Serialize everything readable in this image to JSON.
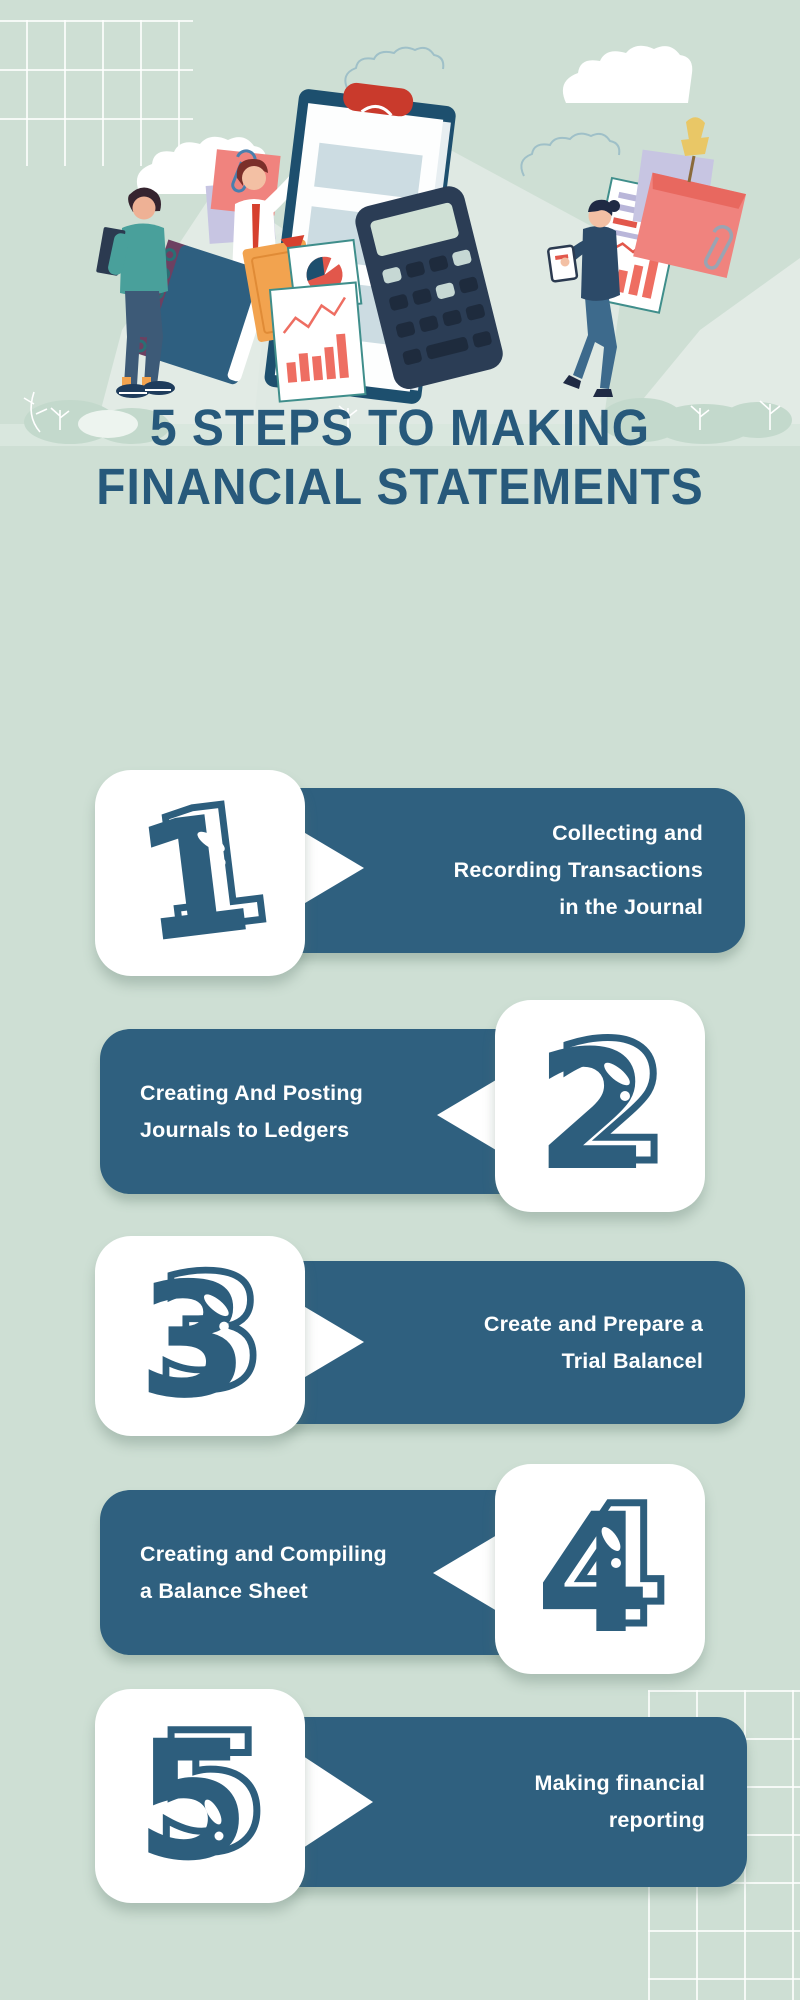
{
  "header": {
    "title_line1": "5 STEPS TO MAKING",
    "title_line2": "FINANCIAL STATEMENTS"
  },
  "steps": [
    {
      "number": "1",
      "side": "left",
      "lines": [
        "Collecting and",
        "Recording Transactions",
        "in the Journal"
      ]
    },
    {
      "number": "2",
      "side": "right",
      "lines": [
        "Creating And Posting",
        "Journals to Ledgers"
      ]
    },
    {
      "number": "3",
      "side": "left",
      "lines": [
        "Create and Prepare a",
        "Trial Balancel"
      ]
    },
    {
      "number": "4",
      "side": "right",
      "lines": [
        "Creating and Compiling",
        "a Balance Sheet"
      ]
    },
    {
      "number": "5",
      "side": "left",
      "lines": [
        "Making financial",
        "reporting"
      ]
    }
  ],
  "colors": {
    "background": "#cedfd4",
    "bubble_teal": "#2f607f",
    "title_text": "#27597b",
    "card_white": "#ffffff",
    "accent_red": "#d6402e",
    "accent_salmon": "#f0837e",
    "accent_orange": "#f2a34f",
    "accent_lavender": "#c7c5e2",
    "accent_teal_jacket": "#49a09b",
    "calculator_navy": "#2b3d55",
    "clipboard_navy": "#1d4f6e"
  },
  "illustration": {
    "objects": [
      "clipboard",
      "calculator",
      "spiral-notebook",
      "orange-folder",
      "pie-chart-paper",
      "bar-chart-paper",
      "line-chart-paper",
      "sticky-notes",
      "paperclips",
      "pushpin",
      "clouds",
      "businessman-left",
      "businessman-center",
      "businesswoman-right",
      "bushes",
      "ground"
    ]
  }
}
